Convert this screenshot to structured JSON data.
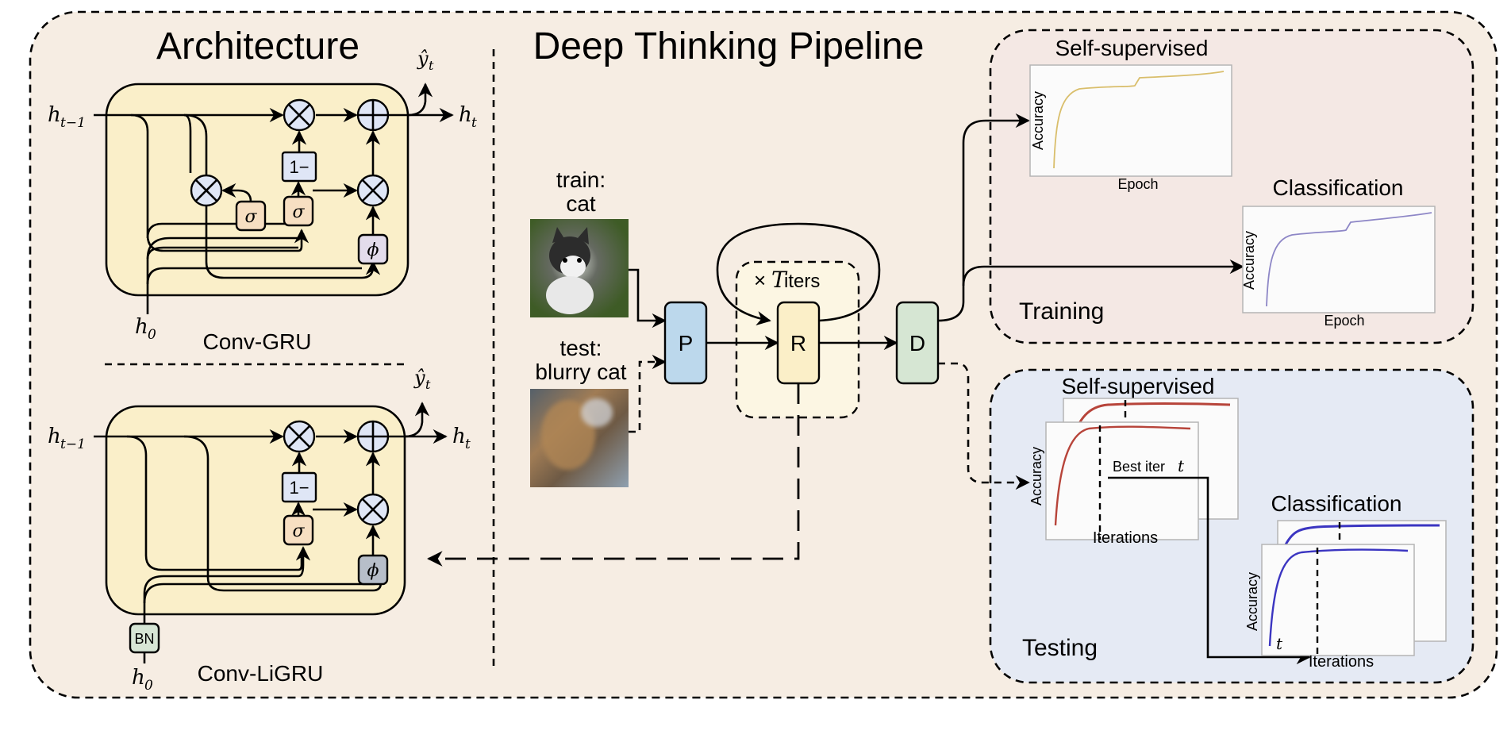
{
  "architecture": {
    "title": "Architecture",
    "gru_caption": "Conv-GRU",
    "ligru_caption": "Conv-LiGRU",
    "prev_state": "h",
    "prev_state_sub": "t−1",
    "next_state": "h",
    "next_state_sub": "t",
    "output_symbol": "ŷ",
    "output_sub": "t",
    "init_state": "h",
    "init_state_sub": "0",
    "one_minus": "1−",
    "sigma": "σ",
    "phi": "ϕ",
    "bn": "BN"
  },
  "pipeline": {
    "title": "Deep Thinking Pipeline",
    "train_label_line1": "train:",
    "train_label_line2": "cat",
    "test_label_line1": "test:",
    "test_label_line2": "blurry cat",
    "block_p": "P",
    "block_r": "R",
    "block_d": "D",
    "iters_label_prefix": "×",
    "iters_label_var": "T",
    "iters_label_suffix": " iters"
  },
  "training": {
    "label": "Training",
    "self_supervised_title": "Self-supervised",
    "classification_title": "Classification",
    "ylabel": "Accuracy",
    "xlabel": "Epoch"
  },
  "testing": {
    "label": "Testing",
    "self_supervised_title": "Self-supervised",
    "classification_title": "Classification",
    "ylabel": "Accuracy",
    "xlabel": "Iterations",
    "best_iter_label": "Best iter",
    "best_iter_var": "t",
    "t_marker": "t"
  },
  "colors": {
    "outer_bg": "#f6ede3",
    "training_bg": "#f4e8e4",
    "testing_bg": "#e5eaf4",
    "cell_bg": "#faefc9",
    "plus_times_fill": "#dfe6f6",
    "sigma_fill": "#f7dfc2",
    "phi_fill": "#e3dcec",
    "phi_dark_fill": "#b7bec9",
    "bn_fill": "#d7e6d5",
    "p_fill": "#bcd8ec",
    "r_fill": "#fbefc8",
    "d_fill": "#d6e6d3",
    "iter_box_bg": "#fcf6e3",
    "curve_gold": "#d9be6b",
    "curve_purple": "#8d86c6",
    "curve_red": "#b7443a",
    "curve_blue": "#3b35c1"
  }
}
